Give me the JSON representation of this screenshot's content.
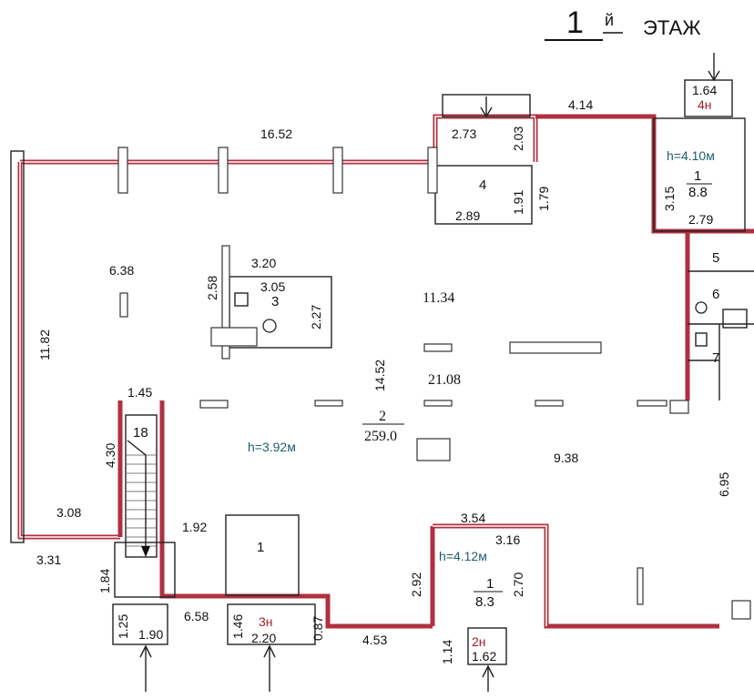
{
  "title": {
    "floor_number": "1",
    "suffix": "й",
    "label": "ЭТАЖ"
  },
  "rooms": {
    "main": {
      "number": "2",
      "area": "259.0",
      "height": "h=3.92м"
    },
    "r1_left": {
      "number": "1"
    },
    "r1_bottom": {
      "number": "1",
      "area": "8.3",
      "height": "h=4.12м"
    },
    "r1_top": {
      "number": "1",
      "area": "8.8",
      "height": "h=4.10м"
    },
    "r3": {
      "number": "3"
    },
    "r4": {
      "number": "4"
    },
    "r5": {
      "number": "5"
    },
    "r6": {
      "number": "6"
    },
    "r7": {
      "number": "7"
    },
    "r18": {
      "number": "18"
    }
  },
  "entrances": {
    "e2": "2н",
    "e3": "3н",
    "e4": "4н"
  },
  "dimensions": {
    "d16_52": "16.52",
    "d4_14": "4.14",
    "d1_64": "1.64",
    "d2_73": "2.73",
    "d2_03": "2.03",
    "d1_91": "1.91",
    "d1_79": "1.79",
    "d2_89": "2.89",
    "d3_15": "3.15",
    "d2_79": "2.79",
    "d6_38": "6.38",
    "d3_20": "3.20",
    "d3_05": "3.05",
    "d2_58": "2.58",
    "d2_27": "2.27",
    "d11_34": "11.34",
    "d11_82": "11.82",
    "d14_52": "14.52",
    "d21_08": "21.08",
    "d1_45": "1.45",
    "d4_30": "4.30",
    "d9_38": "9.38",
    "d6_95": "6.95",
    "d3_08": "3.08",
    "d3_31": "3.31",
    "d1_92": "1.92",
    "d3_54": "3.54",
    "d3_16": "3.16",
    "d2_92": "2.92",
    "d2_70": "2.70",
    "d1_84": "1.84",
    "d1_25": "1.25",
    "d1_90": "1.90",
    "d6_58": "6.58",
    "d1_46": "1.46",
    "d2_20": "2.20",
    "d0_87": "0.87",
    "d4_53": "4.53",
    "d1_14": "1.14",
    "d1_62": "1.62"
  }
}
